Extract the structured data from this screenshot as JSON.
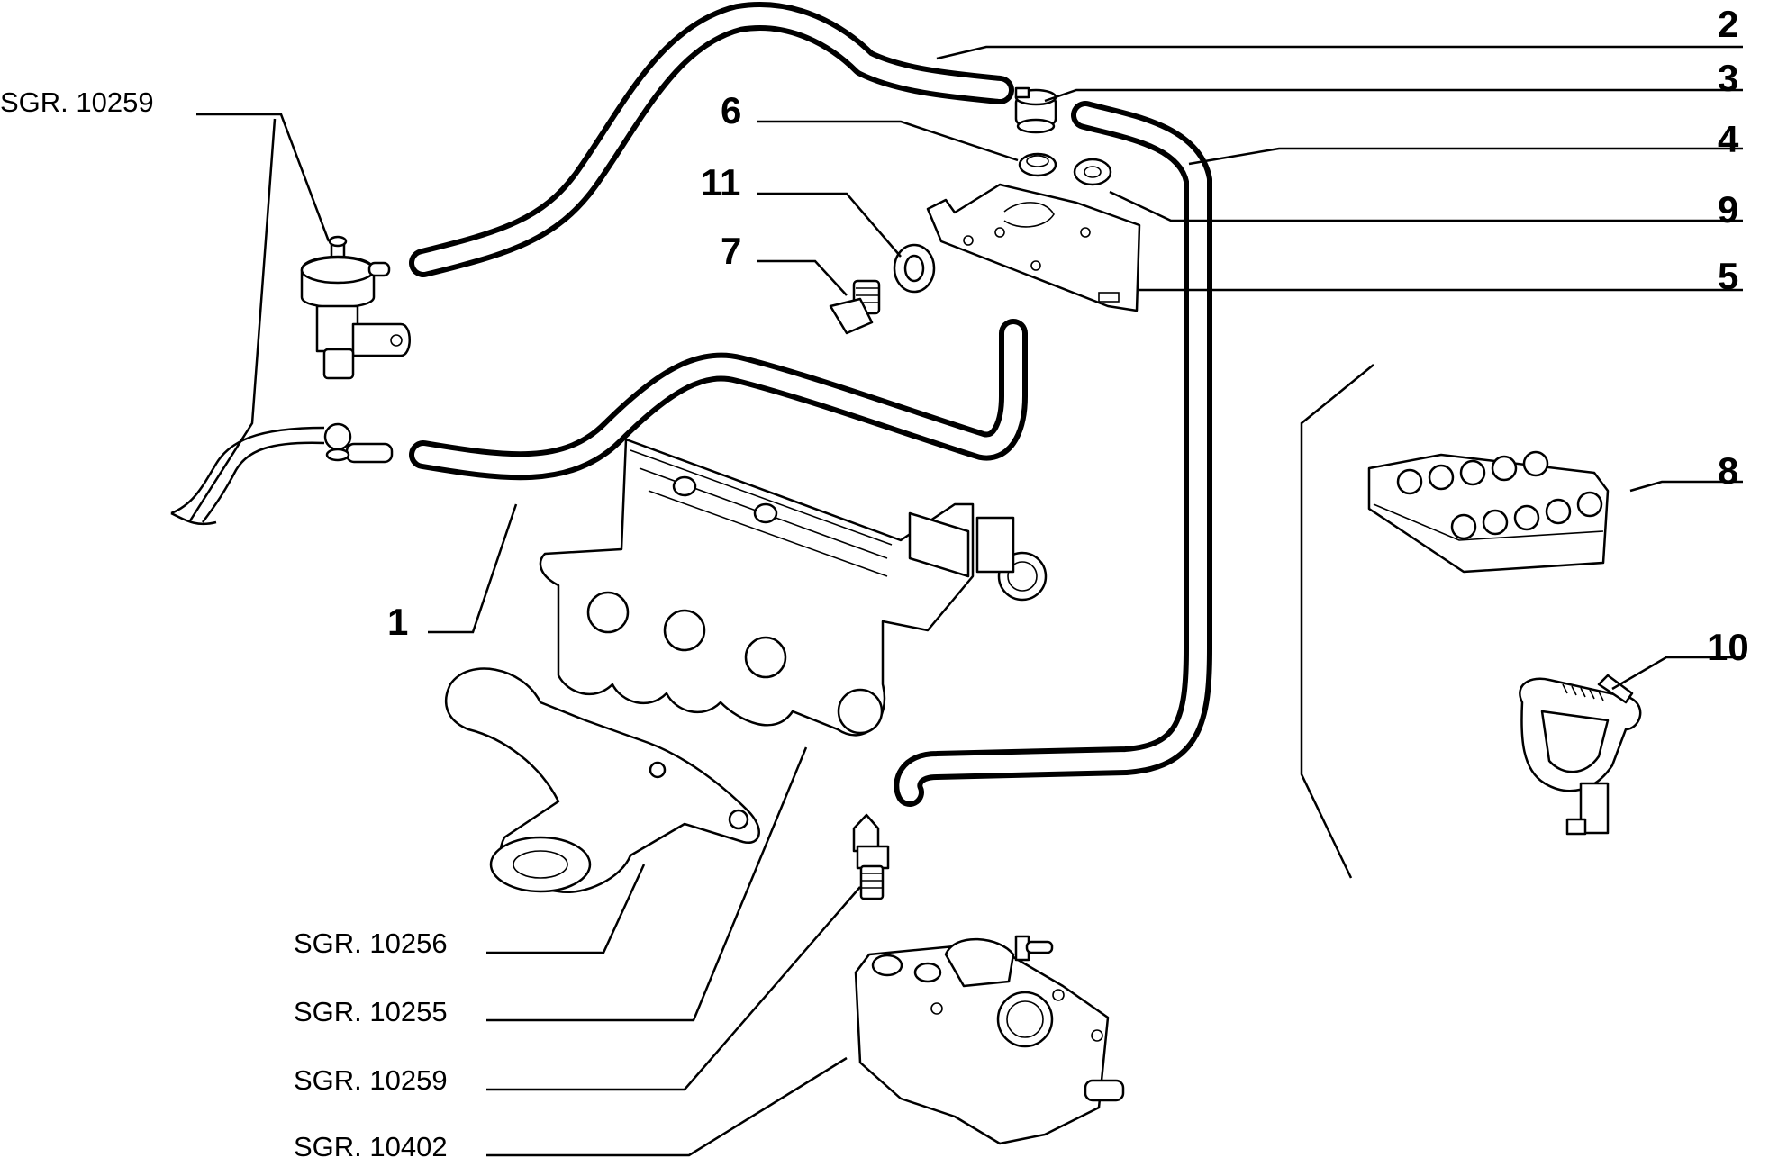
{
  "diagram": {
    "callouts": {
      "c1": "1",
      "c2": "2",
      "c3": "3",
      "c4": "4",
      "c5": "5",
      "c6": "6",
      "c7": "7",
      "c8": "8",
      "c9": "9",
      "c10": "10",
      "c11": "11"
    },
    "references": {
      "top_left": "SGR. 10259",
      "manifold_exhaust": "SGR. 10256",
      "manifold_intake": "SGR. 10255",
      "sensor": "SGR. 10259",
      "thermostat_housing": "SGR. 10402"
    }
  }
}
